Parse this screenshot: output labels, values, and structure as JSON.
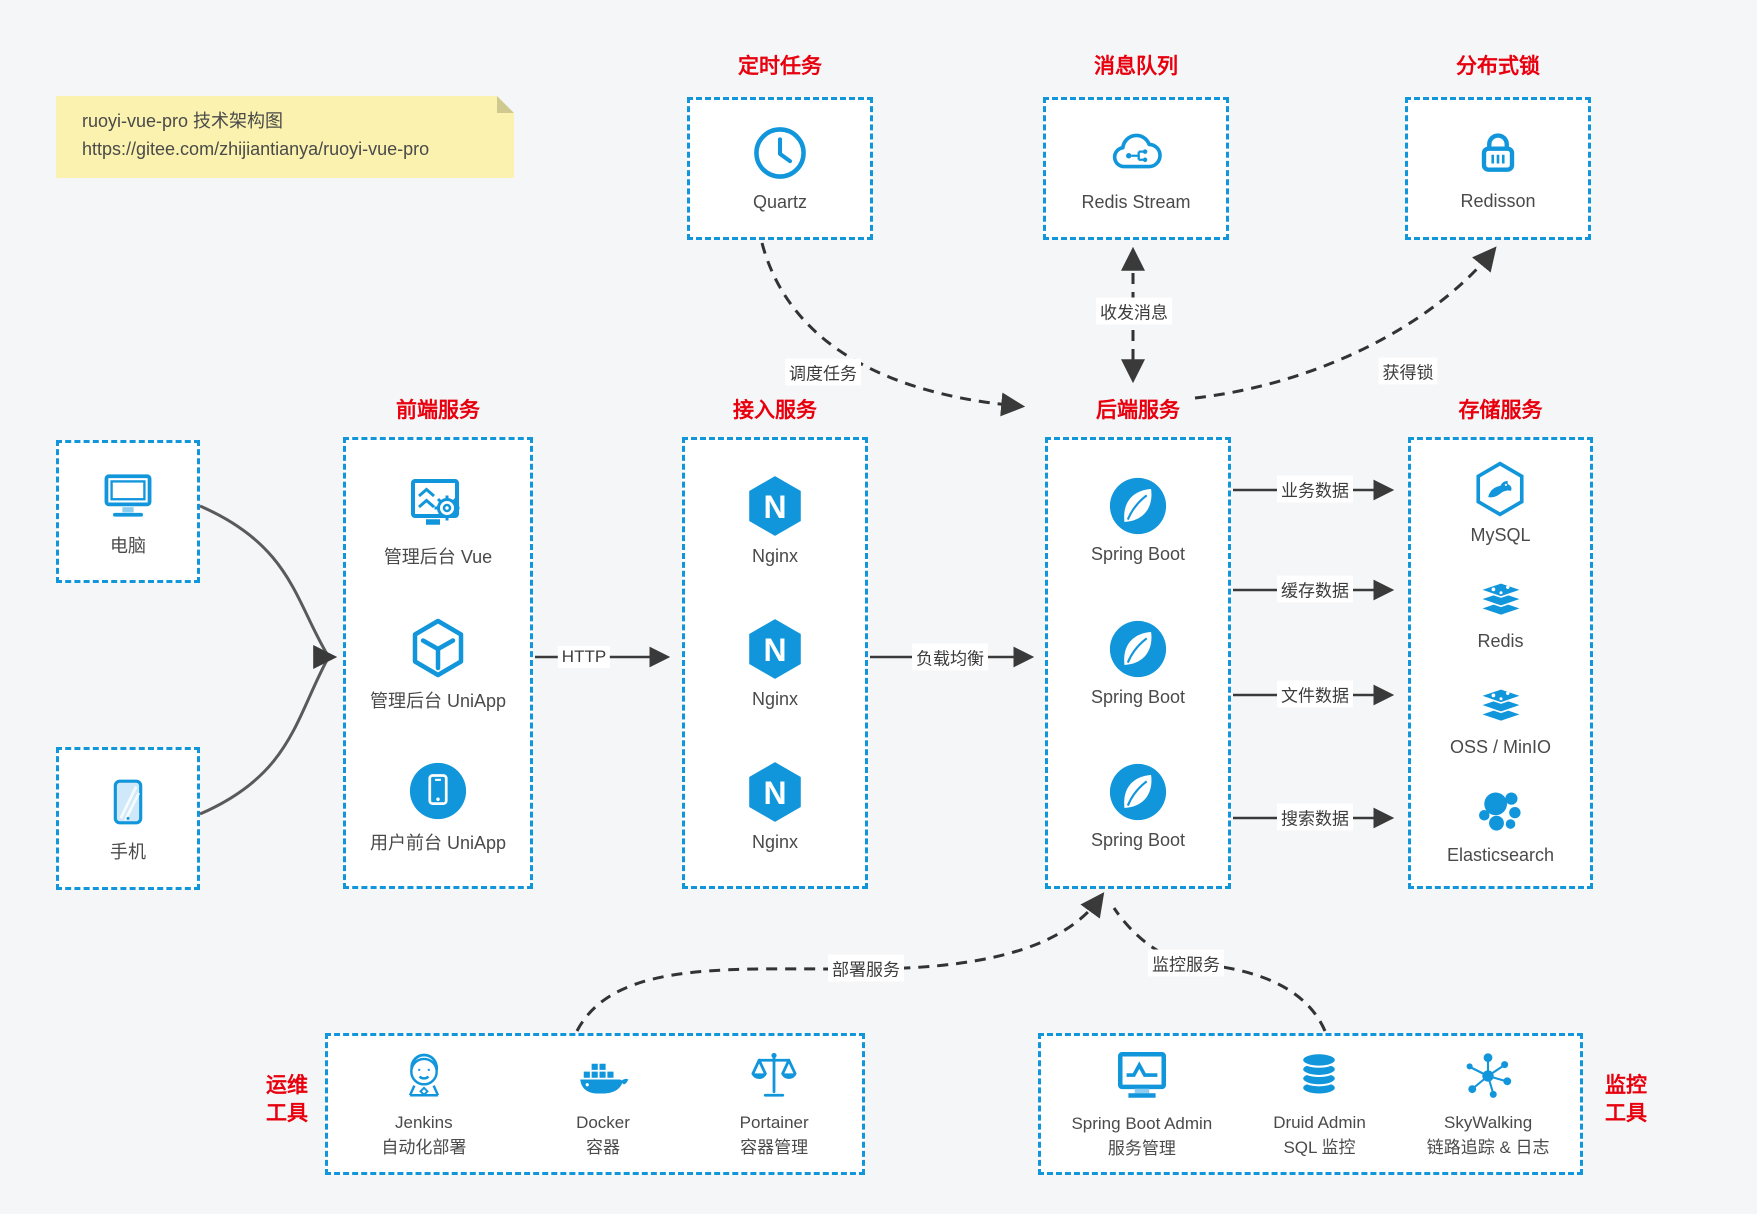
{
  "note": {
    "line1": "ruoyi-vue-pro 技术架构图",
    "line2": "https://gitee.com/zhijiantianya/ruoyi-vue-pro"
  },
  "colors": {
    "primary": "#1296db",
    "accent_red": "#e8000e",
    "arrow": "#3a3a3a",
    "note_bg": "#faf2ae"
  },
  "top": [
    {
      "group": "定时任务",
      "name": "Quartz",
      "icon": "clock-icon"
    },
    {
      "group": "消息队列",
      "name": "Redis Stream",
      "icon": "cloud-message-icon"
    },
    {
      "group": "分布式锁",
      "name": "Redisson",
      "icon": "lock-icon"
    }
  ],
  "clients": [
    {
      "name": "电脑",
      "icon": "desktop-icon"
    },
    {
      "name": "手机",
      "icon": "smartphone-icon"
    }
  ],
  "frontend": {
    "group": "前端服务",
    "items": [
      {
        "name": "管理后台 Vue",
        "icon": "admin-screen-gear-icon"
      },
      {
        "name": "管理后台 UniApp",
        "icon": "cube-icon"
      },
      {
        "name": "用户前台 UniApp",
        "icon": "mobile-app-circle-icon"
      }
    ]
  },
  "gateway": {
    "group": "接入服务",
    "items": [
      {
        "name": "Nginx",
        "icon": "nginx-icon"
      },
      {
        "name": "Nginx",
        "icon": "nginx-icon"
      },
      {
        "name": "Nginx",
        "icon": "nginx-icon"
      }
    ]
  },
  "backend": {
    "group": "后端服务",
    "items": [
      {
        "name": "Spring Boot",
        "icon": "spring-leaf-icon"
      },
      {
        "name": "Spring Boot",
        "icon": "spring-leaf-icon"
      },
      {
        "name": "Spring Boot",
        "icon": "spring-leaf-icon"
      }
    ]
  },
  "storage": {
    "group": "存储服务",
    "items": [
      {
        "name": "MySQL",
        "icon": "mysql-dolphin-icon"
      },
      {
        "name": "Redis",
        "icon": "layer-stack-icon"
      },
      {
        "name": "OSS / MinIO",
        "icon": "layer-stack-icon"
      },
      {
        "name": "Elasticsearch",
        "icon": "cluster-blobs-icon"
      }
    ]
  },
  "ops": {
    "group": "运维工具",
    "items": [
      {
        "name": "Jenkins",
        "desc": "自动化部署",
        "icon": "jenkins-butler-icon"
      },
      {
        "name": "Docker",
        "desc": "容器",
        "icon": "docker-whale-icon"
      },
      {
        "name": "Portainer",
        "desc": "容器管理",
        "icon": "scales-icon"
      }
    ]
  },
  "monitoring": {
    "group": "监控工具",
    "items": [
      {
        "name": "Spring Boot Admin",
        "desc": "服务管理",
        "icon": "monitor-chart-icon"
      },
      {
        "name": "Druid Admin",
        "desc": "SQL 监控",
        "icon": "database-stack-icon"
      },
      {
        "name": "SkyWalking",
        "desc": "链路追踪 & 日志",
        "icon": "node-graph-icon"
      }
    ]
  },
  "edges": {
    "http": "HTTP",
    "load_balance": "负载均衡",
    "business_data": "业务数据",
    "cache_data": "缓存数据",
    "file_data": "文件数据",
    "search_data": "搜索数据",
    "schedule_task": "调度任务",
    "message": "收发消息",
    "acquire_lock": "获得锁",
    "deploy": "部署服务",
    "monitor": "监控服务"
  }
}
